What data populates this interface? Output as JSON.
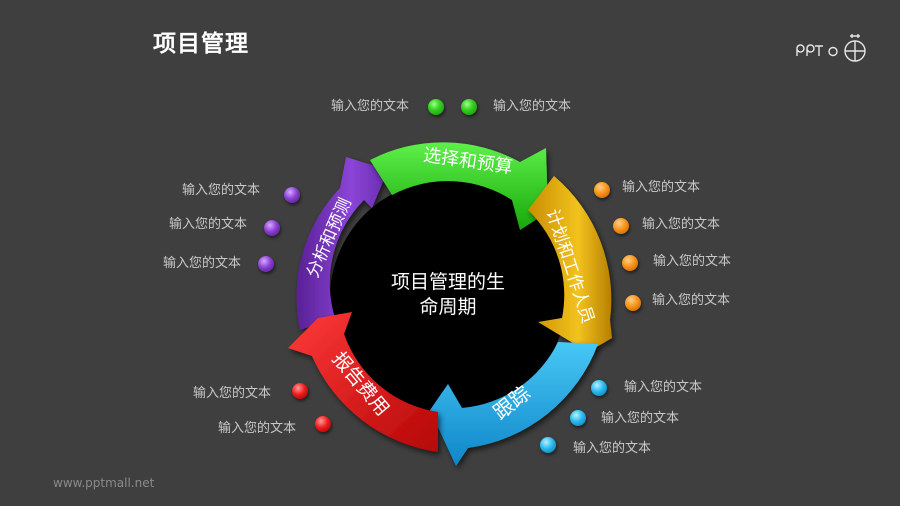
{
  "header": {
    "title": "项目管理"
  },
  "logo": {
    "text": "PPT",
    "icon": "pptmall-logo-icon"
  },
  "footer": {
    "url_text": "www.pptmall.net"
  },
  "diagram": {
    "center_text_line1": "项目管理的生",
    "center_text_line2": "命周期",
    "segments": [
      {
        "id": "select",
        "label": "选择和预算",
        "color": "#2fcc1c",
        "bullets": [
          {
            "text": "输入您的文本",
            "side": "left"
          },
          {
            "text": "输入您的文本",
            "side": "right"
          }
        ]
      },
      {
        "id": "plan",
        "label": "计划和工作人员",
        "color": "#e8b312",
        "bullets": [
          {
            "text": "输入您的文本"
          },
          {
            "text": "输入您的文本"
          },
          {
            "text": "输入您的文本"
          },
          {
            "text": "输入您的文本"
          }
        ]
      },
      {
        "id": "track",
        "label": "跟踪",
        "color": "#23aee8",
        "bullets": [
          {
            "text": "输入您的文本"
          },
          {
            "text": "输入您的文本"
          },
          {
            "text": "输入您的文本"
          }
        ]
      },
      {
        "id": "report",
        "label": "报告费用",
        "color": "#e21818",
        "bullets": [
          {
            "text": "输入您的文本"
          },
          {
            "text": "输入您的文本"
          }
        ]
      },
      {
        "id": "analyze",
        "label": "分析和预测",
        "color": "#7a35c4",
        "bullets": [
          {
            "text": "输入您的文本"
          },
          {
            "text": "输入您的文本"
          },
          {
            "text": "输入您的文本"
          }
        ]
      }
    ]
  }
}
